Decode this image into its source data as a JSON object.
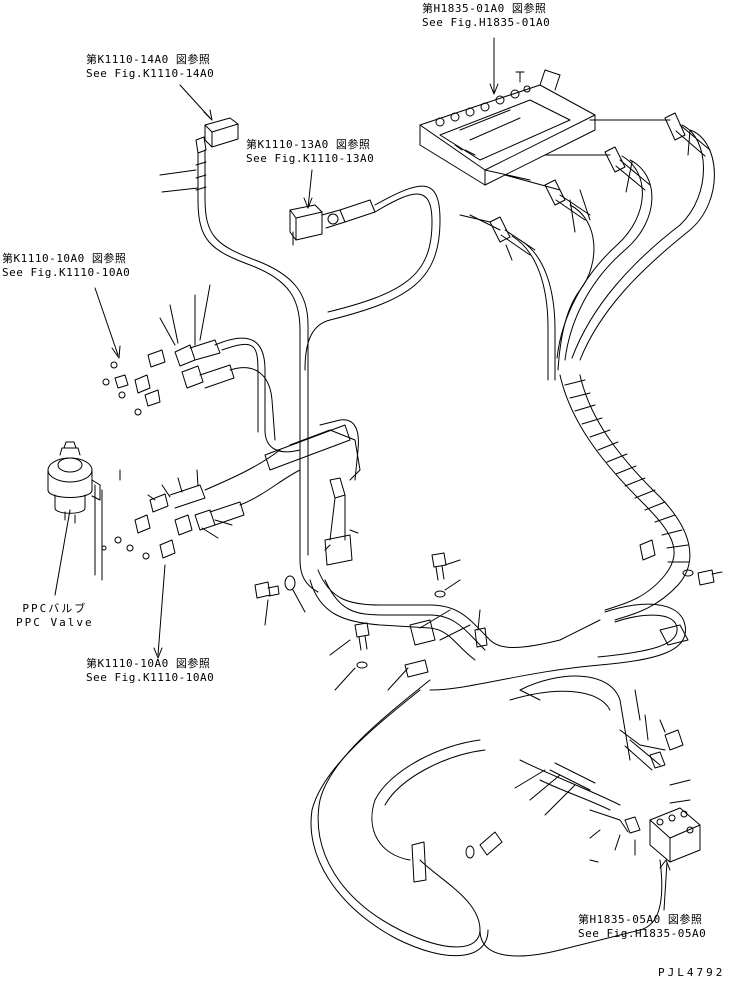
{
  "references": [
    {
      "id": "h1835-01a0",
      "jp": "第H1835-01A0 図参照",
      "en": "See Fig.H1835-01A0"
    },
    {
      "id": "k1110-14a0",
      "jp": "第K1110-14A0 図参照",
      "en": "See Fig.K1110-14A0"
    },
    {
      "id": "k1110-13a0",
      "jp": "第K1110-13A0 図参照",
      "en": "See Fig.K1110-13A0"
    },
    {
      "id": "k1110-10a0-upper",
      "jp": "第K1110-10A0 図参照",
      "en": "See Fig.K1110-10A0"
    },
    {
      "id": "k1110-10a0-lower",
      "jp": "第K1110-10A0 図参照",
      "en": "See Fig.K1110-10A0"
    },
    {
      "id": "h1835-05a0",
      "jp": "第H1835-05A0 図参照",
      "en": "See Fig.H1835-05A0"
    }
  ],
  "ppc_valve": {
    "jp": "PPCバルブ",
    "en": "PPC Valve"
  },
  "drawing_code": "PJL4792",
  "colors": {
    "line": "#000000",
    "background": "#ffffff"
  }
}
